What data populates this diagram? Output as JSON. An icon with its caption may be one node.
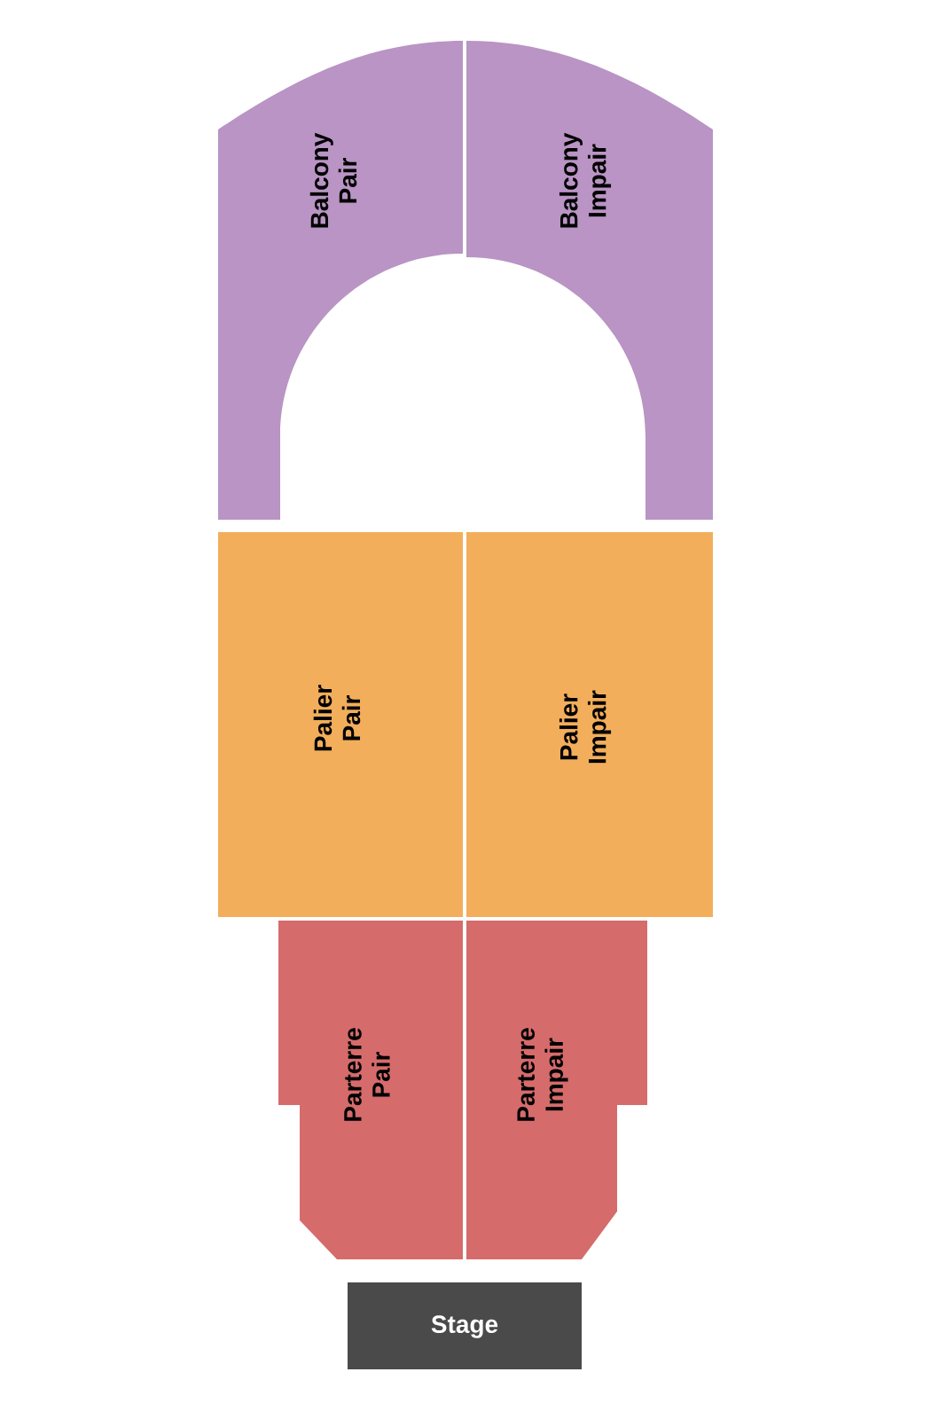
{
  "diagram": {
    "nodes": [
      {
        "text": [
          "Balcony Pair"
        ]
      },
      {
        "text": [
          "Balcony Impair"
        ]
      },
      {
        "text": [
          "Palier Pair"
        ]
      },
      {
        "text": [
          "Palier Impair"
        ]
      },
      {
        "text": [
          "Parterre Pair"
        ]
      },
      {
        "text": [
          "Parterre Impair"
        ]
      },
      {
        "text": [
          "Stage"
        ]
      }
    ]
  }
}
